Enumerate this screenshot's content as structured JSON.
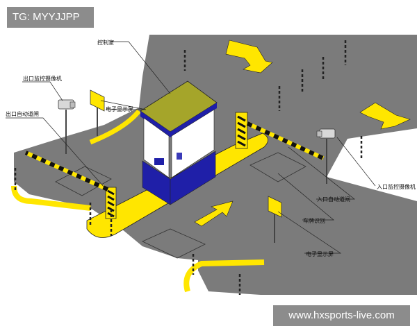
{
  "watermarks": {
    "top_left": "TG: MYYJJPP",
    "bottom_right": "www.hxsports-live.com"
  },
  "labels": {
    "control_room": "控制室",
    "exit_camera": "出口监控摄像机",
    "exit_barrier": "出口自动道闸",
    "display_left": "电子显示屏",
    "entry_camera": "入口监控摄像机",
    "entry_barrier": "入口自动道闸",
    "plate_camera": "车牌识别",
    "display_bottom": "电子显示屏"
  },
  "colors": {
    "road": "#7b7b7b",
    "island": "#ffe600",
    "booth_blue": "#1f1fa8",
    "roof": "#a5a52a",
    "arrow": "#ffe600"
  }
}
